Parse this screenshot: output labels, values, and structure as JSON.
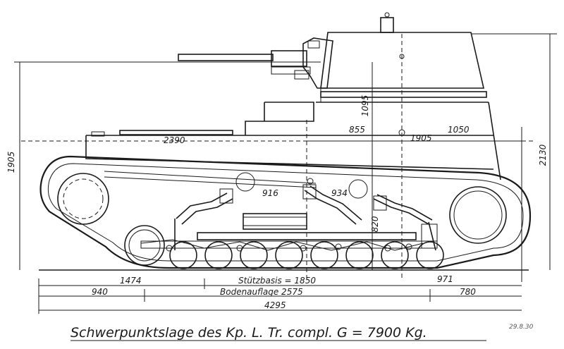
{
  "caption": "Schwerpunktslage des Kp. L. Tr. compl. G = 7900 Kg.",
  "date_stamp": "29.8.30",
  "dimensions": {
    "hull_height": "1905",
    "overall_height": "2130",
    "top_length": "2390",
    "cg_height": "1095",
    "cg_to_front_a": "855",
    "cg_to_rear_a": "1905",
    "front_section": "1050",
    "wheel_a": "916",
    "wheel_b": "934",
    "spring": "820",
    "rear_overhang": "1474",
    "stuetzbasis": "Stützbasis = 1850",
    "front_overhang_a": "971",
    "rear_offset": "940",
    "bodenauflage": "Bodenauflage 2575",
    "front_overhang_b": "780",
    "total_length": "4295"
  }
}
